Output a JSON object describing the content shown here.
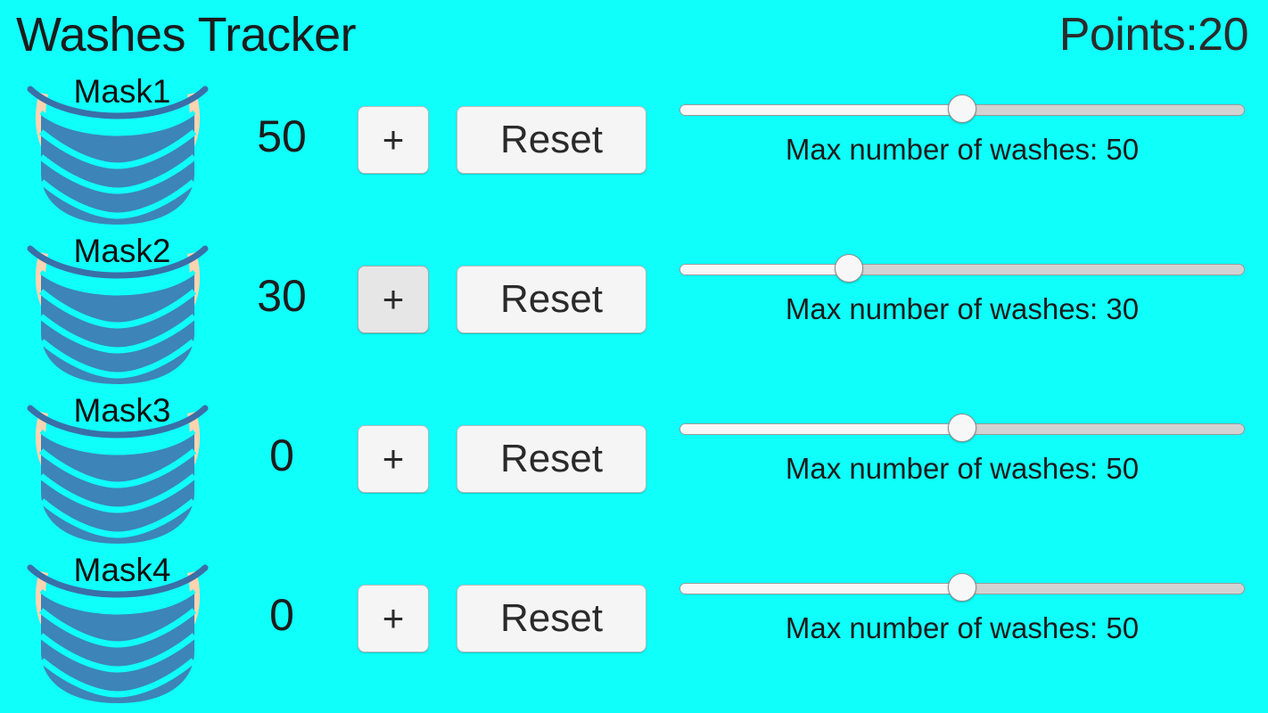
{
  "header": {
    "title": "Washes Tracker",
    "points_label": "Points:20"
  },
  "colors": {
    "background": "#0ffffb",
    "text": "#1c1c1c",
    "mask_body": "#3d84b8",
    "mask_outline": "#3a6fa8",
    "mask_strap": "#ffd4b0",
    "button_face": "#f5f5f5",
    "button_face_pressed": "#e6e6e6",
    "slider_track": "#d2d2d2",
    "slider_fill": "#f7f7f7"
  },
  "common": {
    "plus_label": "+",
    "reset_label": "Reset",
    "slider_caption_prefix": "Max number of washes: ",
    "slider_min": 0,
    "slider_max": 100
  },
  "rows": [
    {
      "id": "mask1",
      "label": "Mask1",
      "count": "50",
      "plus_label": "+",
      "plus_pressed": false,
      "reset_label": "Reset",
      "max_washes": "50",
      "slider_caption": "Max number of washes: 50",
      "slider_percent": 50
    },
    {
      "id": "mask2",
      "label": "Mask2",
      "count": "30",
      "plus_label": "+",
      "plus_pressed": true,
      "reset_label": "Reset",
      "max_washes": "30",
      "slider_caption": "Max number of washes: 30",
      "slider_percent": 30
    },
    {
      "id": "mask3",
      "label": "Mask3",
      "count": "0",
      "plus_label": "+",
      "plus_pressed": false,
      "reset_label": "Reset",
      "max_washes": "50",
      "slider_caption": "Max number of washes: 50",
      "slider_percent": 50
    },
    {
      "id": "mask4",
      "label": "Mask4",
      "count": "0",
      "plus_label": "+",
      "plus_pressed": false,
      "reset_label": "Reset",
      "max_washes": "50",
      "slider_caption": "Max number of washes: 50",
      "slider_percent": 50
    }
  ]
}
